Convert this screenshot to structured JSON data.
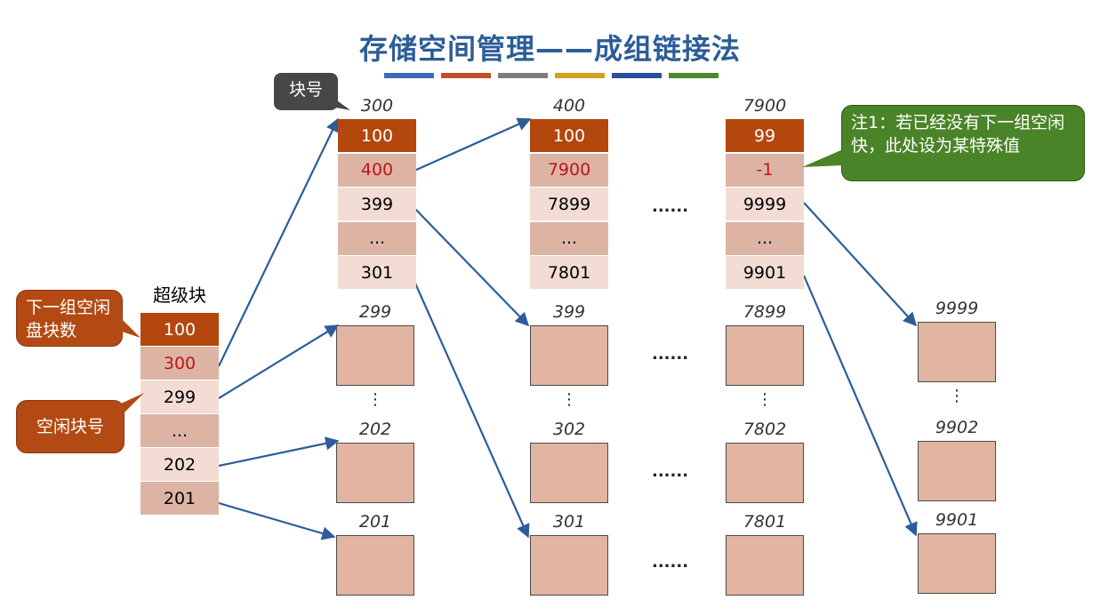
{
  "title": "存储空间管理——成组链接法",
  "stripe_colors": [
    "#3b6cb4",
    "#c0502a",
    "#7d7d7d",
    "#d4a020",
    "#2c4f9c",
    "#4d8a2c"
  ],
  "superblock": {
    "label": "超级块",
    "cells": [
      "100",
      "300",
      "299",
      "...",
      "202",
      "201"
    ]
  },
  "groups": [
    {
      "block_no": "300",
      "cells": [
        "100",
        "400",
        "399",
        "...",
        "301"
      ]
    },
    {
      "block_no": "400",
      "cells": [
        "100",
        "7900",
        "7899",
        "...",
        "7801"
      ]
    },
    {
      "block_no": "7900",
      "cells": [
        "99",
        "-1",
        "9999",
        "...",
        "9901"
      ]
    }
  ],
  "free_blocks": {
    "col1": [
      "299",
      "202",
      "201"
    ],
    "col2": [
      "399",
      "302",
      "301"
    ],
    "col3": [
      "7899",
      "7802",
      "7801"
    ],
    "col4": [
      "9999",
      "9902",
      "9901"
    ]
  },
  "ellipsis": "......",
  "vertical_ellipsis": "⋮",
  "callouts": {
    "block_no": "块号",
    "next_group_count": "下一组空闲盘块数",
    "free_block_no": "空闲块号",
    "note1": "注1：若已经没有下一组空闲快，此处设为某特殊值"
  }
}
